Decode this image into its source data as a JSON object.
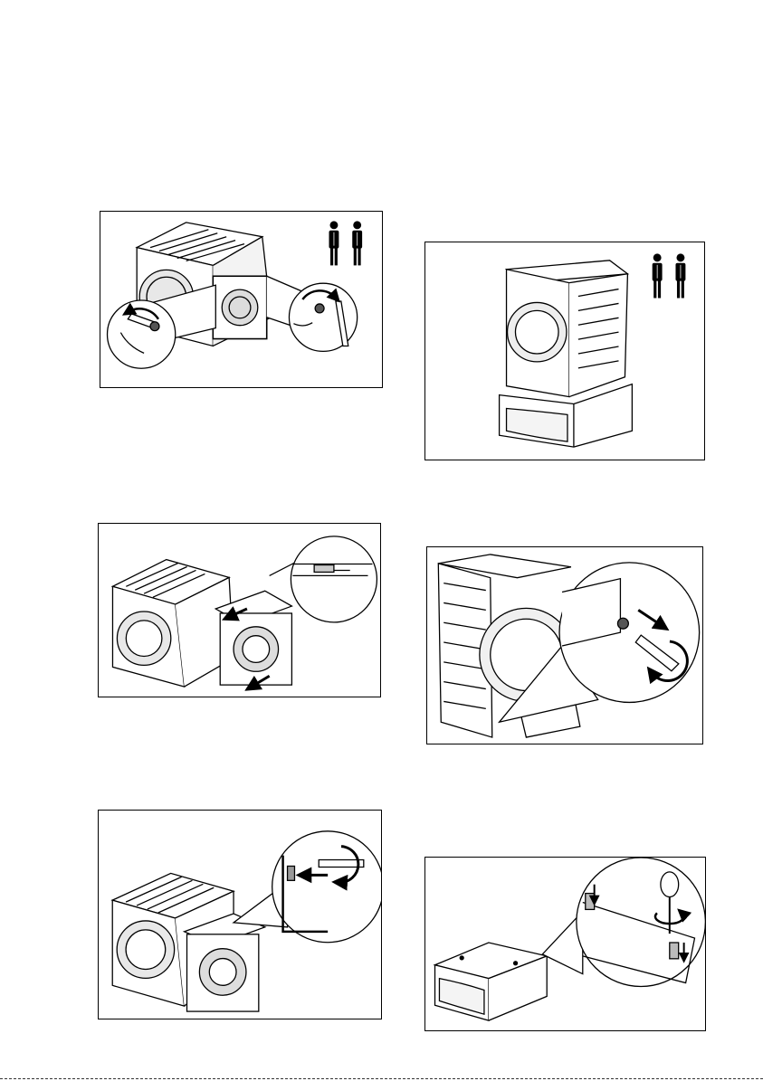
{
  "page": {
    "figures": [
      {
        "id": "fig-1",
        "step": "remove-rear-transit-bolts",
        "people_required": 2,
        "icons": [
          "two-persons-icon",
          "wrench-icon",
          "rotate-arrow-icon"
        ]
      },
      {
        "id": "fig-2",
        "step": "appliance-on-pedestal",
        "people_required": 2,
        "icons": [
          "two-persons-icon"
        ]
      },
      {
        "id": "fig-3",
        "step": "slide-pedestal-panel",
        "people_required": 0,
        "icons": [
          "push-arrow-icon"
        ]
      },
      {
        "id": "fig-4",
        "step": "unscrew-rear-screw",
        "people_required": 0,
        "icons": [
          "screwdriver-icon",
          "rotate-arrow-icon"
        ]
      },
      {
        "id": "fig-5",
        "step": "fix-panel-with-screw",
        "people_required": 0,
        "icons": [
          "screwdriver-icon",
          "rotate-arrow-icon"
        ]
      },
      {
        "id": "fig-6",
        "step": "fit-brackets-on-pedestal",
        "people_required": 0,
        "icons": [
          "screwdriver-icon",
          "rotate-arrow-icon"
        ]
      }
    ],
    "colors": {
      "line": "#000000",
      "paper": "#ffffff",
      "shade": "#d9d9d9"
    }
  }
}
